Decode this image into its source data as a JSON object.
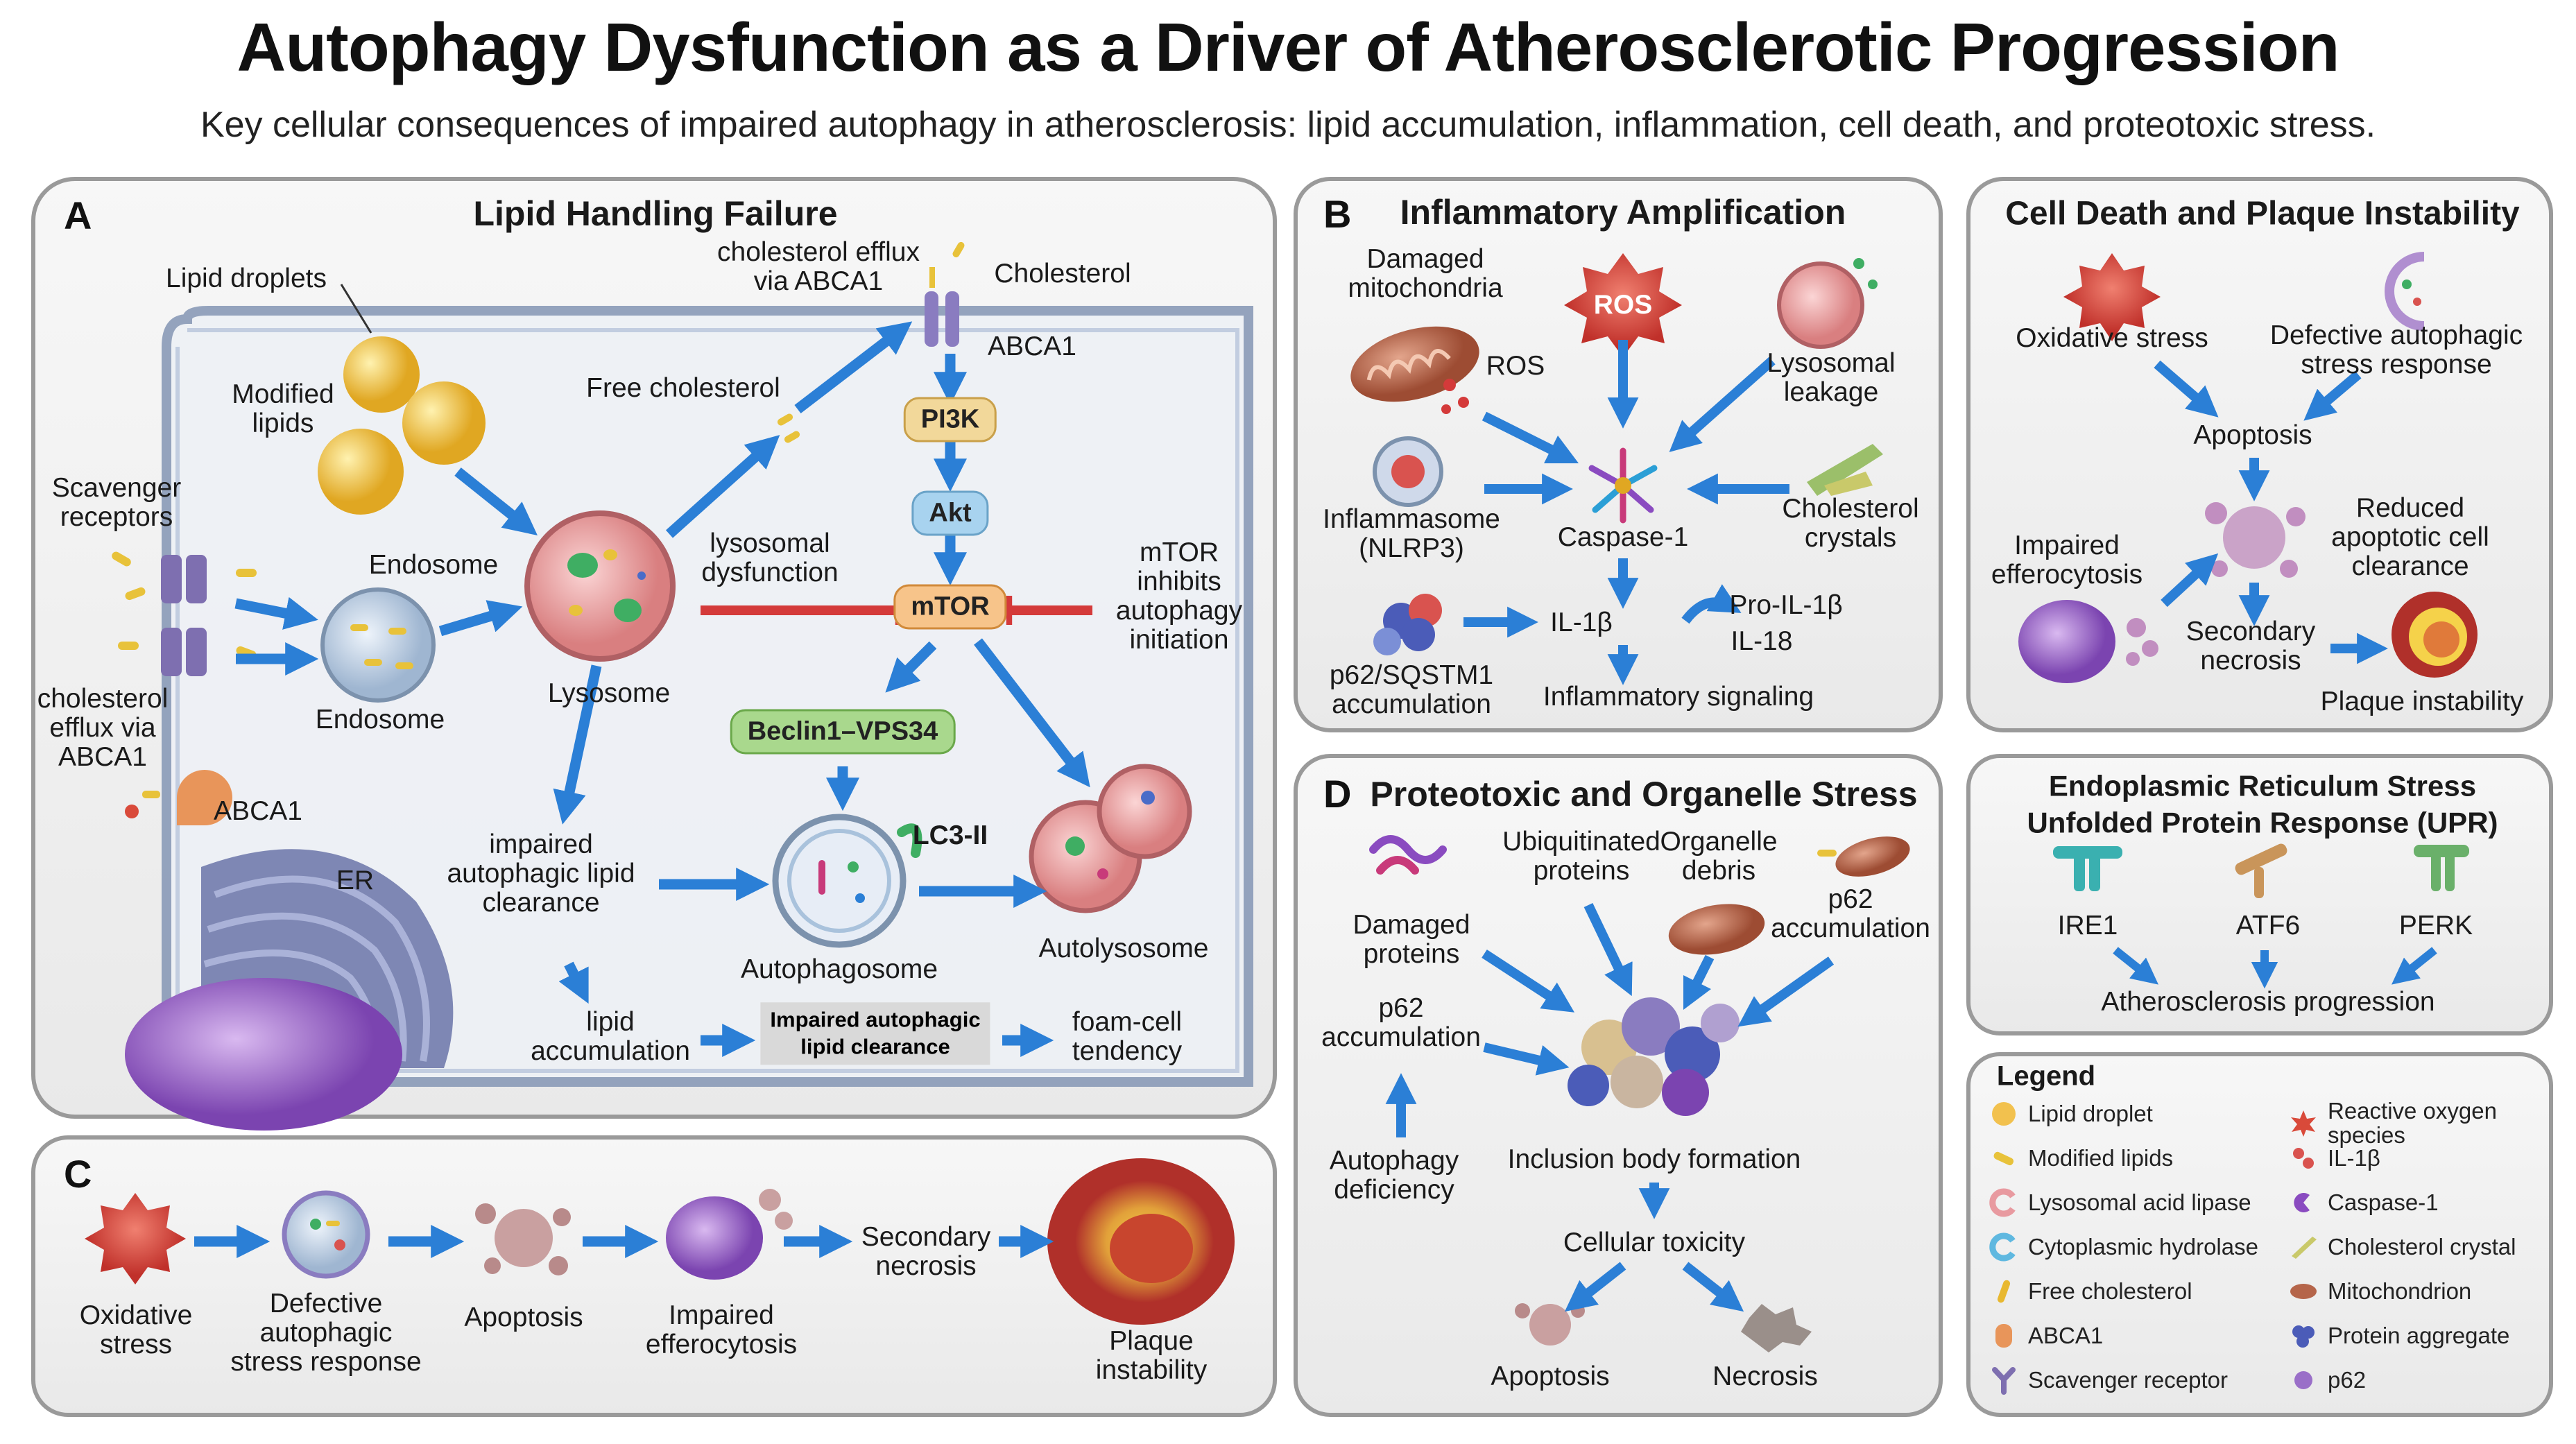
{
  "title": "Autophagy Dysfunction as a Driver of Atherosclerotic Progression",
  "subtitle": "Key cellular consequences of impaired autophagy in atherosclerosis: lipid accumulation, inflammation, cell death, and proteotoxic stress.",
  "panel_a": {
    "letter": "A",
    "heading": "Lipid Handling Failure",
    "lipid_droplets": "Lipid droplets",
    "modified_lipids": "Modified\nlipids",
    "scavenger_receptors": "Scavenger\nreceptors",
    "efflux_left": "cholesterol\nefflux via\nABCA1",
    "abca1_left": "ABCA1",
    "endosome_top": "Endosome",
    "endosome_bottom": "Endosome",
    "lysosome": "Lysosome",
    "free_cholesterol": "Free cholesterol",
    "efflux_top": "cholesterol efflux\nvia ABCA1",
    "cholesterol": "Cholesterol",
    "abca1_top": "ABCA1",
    "pi3k": "PI3K",
    "akt": "Akt",
    "mtor": "mTOR",
    "lysosomal_dysfunction": "lysosomal\ndysfunction",
    "mtor_inhibits": "mTOR\ninhibits\nautophagy\ninitiation",
    "beclin": "Beclin1–VPS34",
    "lc3": "LC3-II",
    "autophagosome": "Autophagosome",
    "autolysosome": "Autolysosome",
    "er": "ER",
    "impaired_clearance": "impaired\nautophagic lipid\nclearance",
    "lipid_accumulation": "lipid\naccumulation",
    "note_box": "Impaired autophagic\nlipid clearance",
    "foam_cell": "foam-cell\ntendency"
  },
  "panel_b": {
    "letter": "B",
    "heading": "Inflammatory Amplification",
    "damaged_mito": "Damaged\nmitochondria",
    "ros_star": "ROS",
    "ros": "ROS",
    "lysosomal_leakage": "Lysosomal\nleakage",
    "inflammasome": "Inflammasome\n(NLRP3)",
    "caspase": "Caspase-1",
    "cholesterol_crystals": "Cholesterol\ncrystals",
    "il1b": "IL-1β",
    "pro_il1b": "Pro-IL-1β",
    "il18": "IL-18",
    "p62": "p62/SQSTM1\naccumulation",
    "inflammatory_signaling": "Inflammatory signaling"
  },
  "panel_cd_top": {
    "heading": "Cell Death and Plaque Instability",
    "oxidative_stress": "Oxidative stress",
    "defective": "Defective autophagic\nstress response",
    "apoptosis": "Apoptosis",
    "impaired_efferocytosis": "Impaired\nefferocytosis",
    "reduced_clearance": "Reduced\napoptotic cell\nclearance",
    "secondary_necrosis": "Secondary\nnecrosis",
    "plaque_instability": "Plaque instability"
  },
  "panel_c": {
    "letter": "C",
    "oxidative_stress": "Oxidative\nstress",
    "defective": "Defective\nautophagic\nstress response",
    "apoptosis": "Apoptosis",
    "impaired_efferocytosis": "Impaired\nefferocytosis",
    "secondary_necrosis": "Secondary\nnecrosis",
    "plaque_instability": "Plaque\ninstability"
  },
  "panel_d": {
    "letter": "D",
    "heading": "Proteotoxic and Organelle Stress",
    "damaged_proteins": "Damaged\nproteins",
    "ubiquitinated": "Ubiquitinated\nproteins",
    "organelle_debris": "Organelle\ndebris",
    "p62_right": "p62\naccumulation",
    "p62_left": "p62\naccumulation",
    "autophagy_deficiency": "Autophagy\ndeficiency",
    "inclusion": "Inclusion body formation",
    "toxicity": "Cellular toxicity",
    "apoptosis": "Apoptosis",
    "necrosis": "Necrosis"
  },
  "panel_er": {
    "heading": "Endoplasmic Reticulum Stress\nUnfolded Protein Response (UPR)",
    "ire1": "IRE1",
    "atf6": "ATF6",
    "perk": "PERK",
    "progression": "Atherosclerosis progression"
  },
  "legend": {
    "heading": "Legend",
    "items": [
      {
        "label": "Lipid droplet",
        "icon": "lipid-droplet",
        "color": "#f2c14e"
      },
      {
        "label": "Modified lipids",
        "icon": "modified-lipid",
        "color": "#e8c23a"
      },
      {
        "label": "Lysosomal acid lipase",
        "icon": "lysosomal-acid-lipase",
        "color": "#e89aa0"
      },
      {
        "label": "Cytoplasmic hydrolase",
        "icon": "cytoplasmic-hydrolase",
        "color": "#5fb8e0"
      },
      {
        "label": "Free cholesterol",
        "icon": "free-cholesterol",
        "color": "#e8b830"
      },
      {
        "label": "ABCA1",
        "icon": "abca1",
        "color": "#e8955a"
      },
      {
        "label": "Scavenger receptor",
        "icon": "scavenger-receptor",
        "color": "#7e6fb0"
      },
      {
        "label": "Reactive oxygen\nspecies",
        "icon": "ros",
        "color": "#d94a3a"
      },
      {
        "label": "IL-1β",
        "icon": "il1b",
        "color": "#d9534f"
      },
      {
        "label": "Caspase-1",
        "icon": "caspase",
        "color": "#8a4bc0"
      },
      {
        "label": "Cholesterol crystal",
        "icon": "cholesterol-crystal",
        "color": "#c9c96a"
      },
      {
        "label": "Mitochondrion",
        "icon": "mitochondrion",
        "color": "#b5654a"
      },
      {
        "label": "Protein aggregate",
        "icon": "protein-aggregate",
        "color": "#4b5cb8"
      },
      {
        "label": "p62",
        "icon": "p62",
        "color": "#9a6fc8"
      }
    ]
  }
}
